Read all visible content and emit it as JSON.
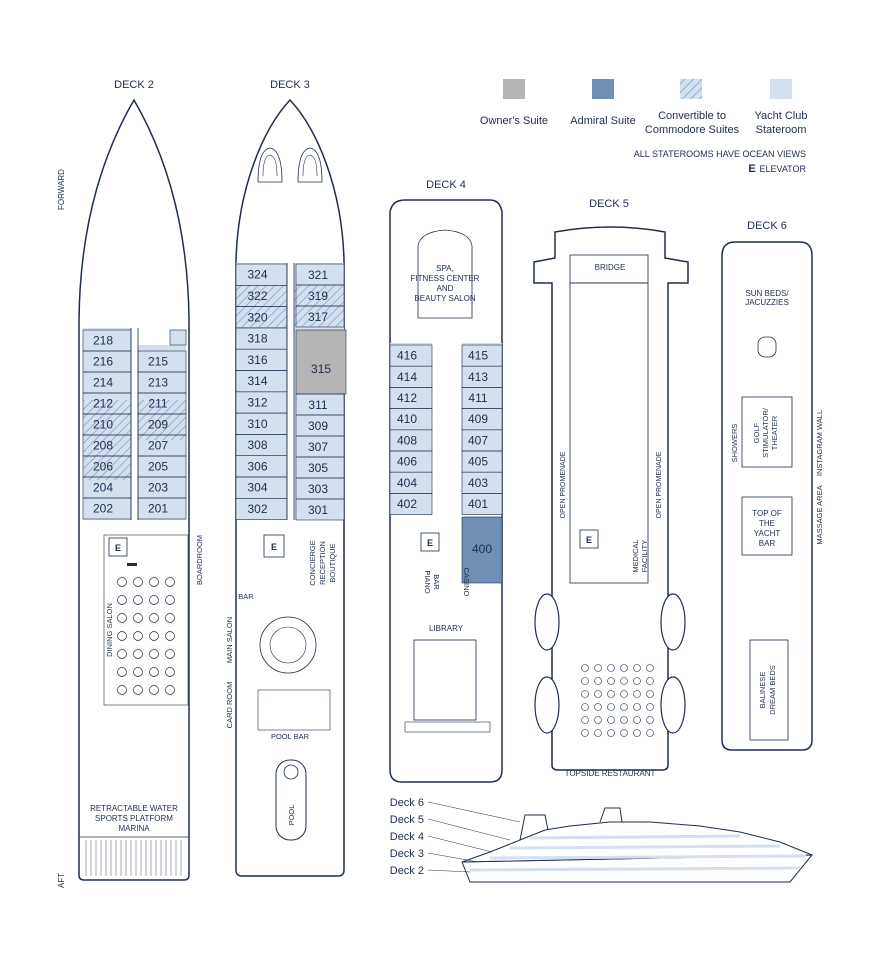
{
  "decks": {
    "deck2": {
      "title": "DECK 2"
    },
    "deck3": {
      "title": "DECK 3"
    },
    "deck4": {
      "title": "DECK 4"
    },
    "deck5": {
      "title": "DECK 5"
    },
    "deck6": {
      "title": "DECK 6"
    }
  },
  "orientation": {
    "forward": "FORWARD",
    "aft": "AFT"
  },
  "legend": {
    "owners": "Owner's Suite",
    "admiral": "Admiral Suite",
    "convertible_1": "Convertible to",
    "convertible_2": "Commodore Suites",
    "yacht_1": "Yacht Club",
    "yacht_2": "Stateroom",
    "note": "ALL STATEROOMS HAVE OCEAN VIEWS",
    "elevator_symbol": "E",
    "elevator_label": "ELEVATOR"
  },
  "colors": {
    "outline": "#1f2d4e",
    "yacht_club": "#d5e0ee",
    "admiral": "#6f8fb5",
    "owners": "#b5b5b5",
    "convertible_hatch": "#7f9cc3"
  },
  "rooms": {
    "d2_left": [
      "218",
      "216",
      "214",
      "212",
      "210",
      "208",
      "206",
      "204",
      "202"
    ],
    "d2_right": [
      "215",
      "213",
      "211",
      "209",
      "207",
      "205",
      "203",
      "201"
    ],
    "d3_left": [
      "324",
      "322",
      "320",
      "318",
      "316",
      "314",
      "312",
      "310",
      "308",
      "306",
      "304",
      "302"
    ],
    "d3_right": [
      "321",
      "319",
      "317",
      "311",
      "309",
      "307",
      "305",
      "303",
      "301"
    ],
    "d3_owner": "315",
    "d4_left": [
      "416",
      "414",
      "412",
      "410",
      "408",
      "406",
      "404",
      "402"
    ],
    "d4_right": [
      "415",
      "413",
      "411",
      "409",
      "407",
      "405",
      "403",
      "401"
    ],
    "d4_admiral": "400"
  },
  "venues": {
    "dining_salon": "DINING SALON",
    "boardroom": "BOARDROOM",
    "marina_1": "RETRACTABLE WATER",
    "marina_2": "SPORTS PLATFORM",
    "marina_3": "MARINA",
    "concierge_1": "CONCIERGE",
    "concierge_2": "RECEPTION",
    "concierge_3": "BOUTIQUE",
    "bar": "BAR",
    "main_salon": "MAIN SALON",
    "card_room": "CARD ROOM",
    "pool_bar": "POOL BAR",
    "pool": "POOL",
    "spa_1": "SPA,",
    "spa_2": "FITNESS CENTER",
    "spa_3": "AND",
    "spa_4": "BEAUTY SALON",
    "piano_1": "PIANO",
    "piano_2": "BAR",
    "casino": "CASINO",
    "library": "LIBRARY",
    "bridge": "BRIDGE",
    "open_promenade_left": "OPEN PROMENADE",
    "open_promenade_right": "OPEN PROMENADE",
    "medical_1": "MEDICAL",
    "medical_2": "FACILITY",
    "topside": "TOPSIDE RESTAURANT",
    "sunbeds_1": "SUN BEDS/",
    "sunbeds_2": "JACUZZIES",
    "showers": "SHOWERS",
    "golf_1": "GOLF",
    "golf_2": "STIMULATOR/",
    "golf_3": "THEATER",
    "top_bar_1": "TOP OF",
    "top_bar_2": "THE",
    "top_bar_3": "YACHT",
    "top_bar_4": "BAR",
    "instagram": "INSTAGRAM WALL",
    "massage": "MASSAGE AREA",
    "balinese_1": "BALINESE",
    "balinese_2": "DREAM BEDS"
  },
  "profile_labels": [
    "Deck 6",
    "Deck 5",
    "Deck 4",
    "Deck 3",
    "Deck 2"
  ]
}
